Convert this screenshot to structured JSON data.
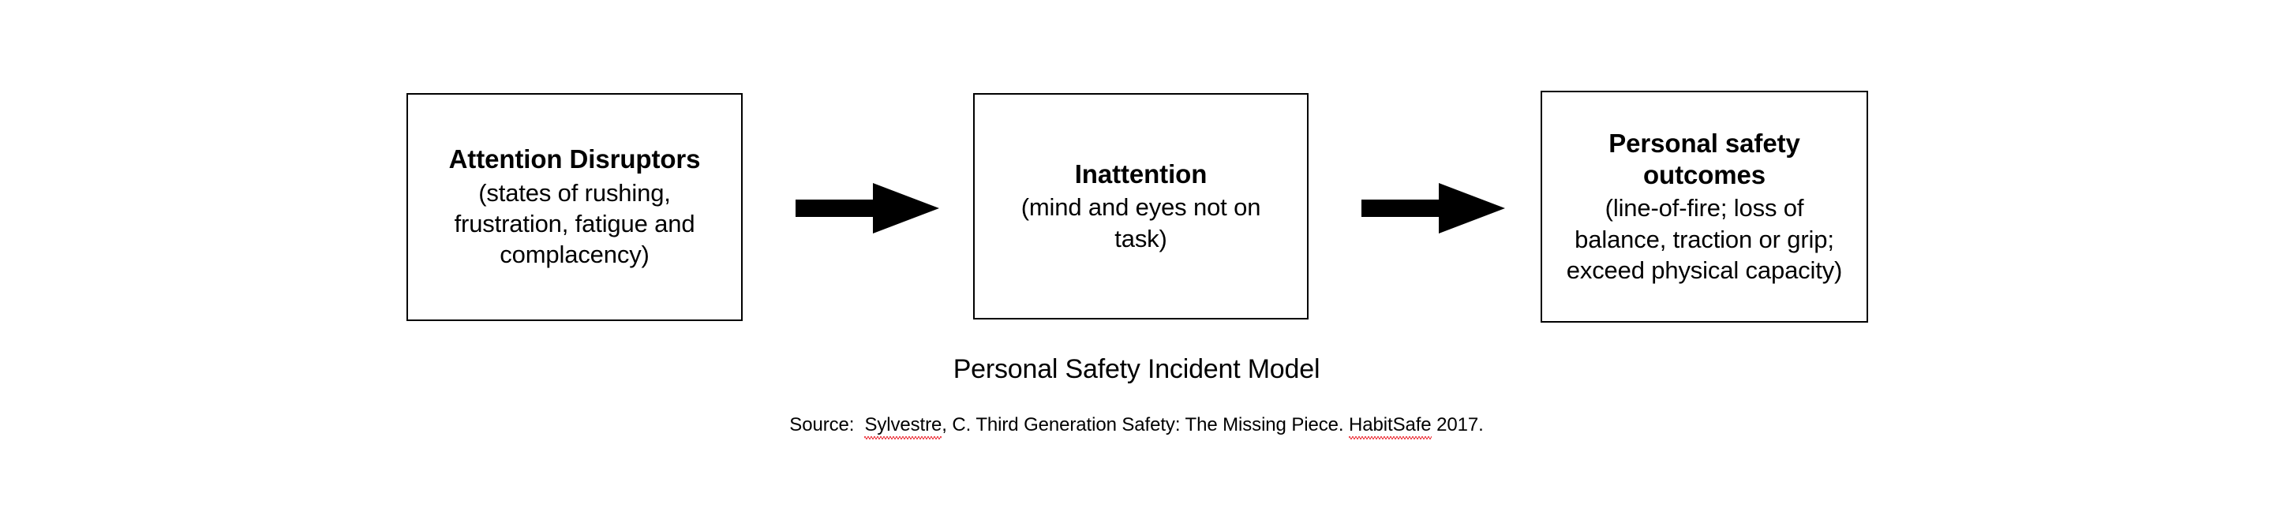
{
  "diagram": {
    "caption": "Personal Safety Incident Model",
    "background_color": "#ffffff",
    "line_color": "#000000",
    "spellcheck_underline_color": "#ef4b52",
    "nodes": [
      {
        "id": "attention-disruptors",
        "title": "Attention Disruptors",
        "detail": "(states of rushing, frustration, fatigue and complacency)"
      },
      {
        "id": "inattention",
        "title": "Inattention",
        "detail": "(mind and eyes not on task)"
      },
      {
        "id": "personal-safety-outcomes",
        "title": "Personal safety outcomes",
        "detail": "(line-of-fire; loss of balance, traction or grip; exceed physical capacity)"
      }
    ],
    "connectors": [
      {
        "id": "arrow-1",
        "from": "attention-disruptors",
        "to": "inattention",
        "style": "block-arrow-right"
      },
      {
        "id": "arrow-2",
        "from": "inattention",
        "to": "personal-safety-outcomes",
        "style": "block-arrow-right"
      }
    ],
    "source": {
      "label": "Source:",
      "author": "Sylvestre",
      "author_rest": ", C. Third Generation Safety: The Missing Piece. ",
      "publisher": "HabitSafe",
      "year": " 2017.",
      "full_text": "Source:  Sylvestre, C. Third Generation Safety: The Missing Piece. HabitSafe 2017."
    }
  }
}
